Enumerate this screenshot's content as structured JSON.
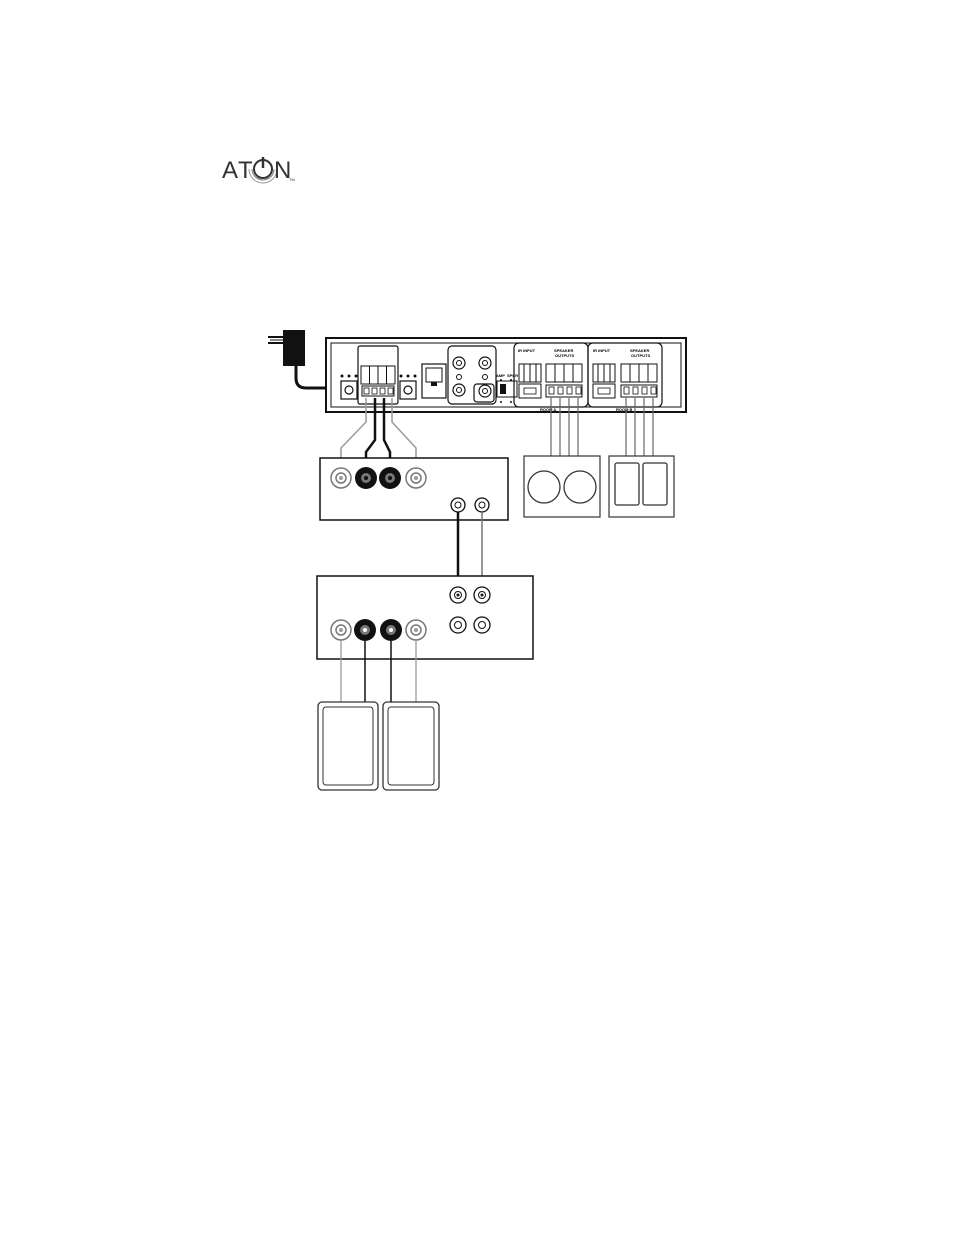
{
  "logo": {
    "text_a": "A",
    "text_t": "T",
    "text_n": "N",
    "trademark": "TM"
  },
  "main_unit": {
    "ir_input_label": "IR INPUT",
    "speaker_outputs_label_1": "SPEAKER",
    "speaker_outputs_label_2": "OUTPUTS",
    "ir_input_label_b": "IR INPUT",
    "speaker_outputs_label_b1": "SPEAKER",
    "speaker_outputs_label_b2": "OUTPUTS",
    "room_a_label": "ROOM A",
    "room_b_label": "ROOM B",
    "switch_label_1": "AMP",
    "switch_label_2": "SPKR"
  }
}
